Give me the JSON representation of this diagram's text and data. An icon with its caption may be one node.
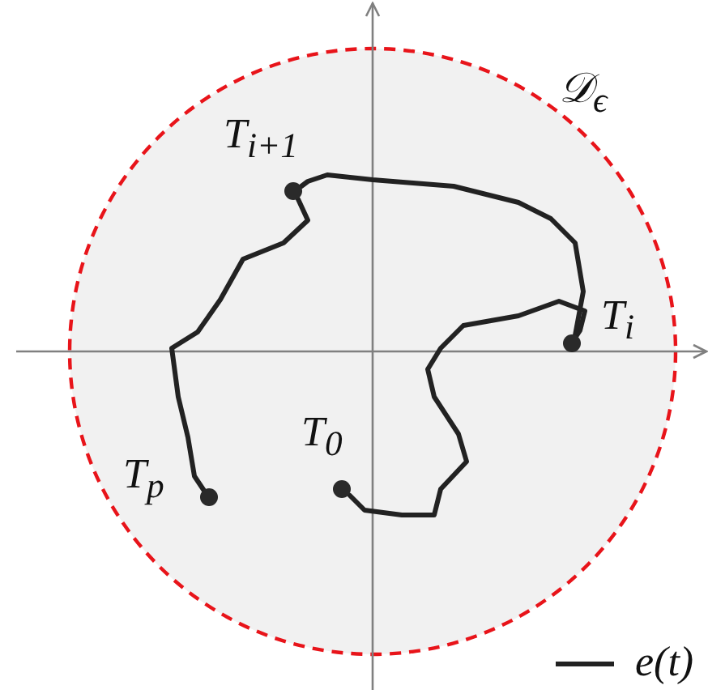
{
  "diagram": {
    "nodes": [
      {
        "text": [
          "𝒟$_{ϵ}$"
        ]
      },
      {
        "text": [
          "T$_{0}$"
        ],
        "in": 0
      },
      {
        "text": [
          "T$_{i}$"
        ],
        "in": 0
      },
      {
        "text": [
          "T$_{i+1}$"
        ],
        "in": 0
      },
      {
        "text": [
          "T$_{p}$"
        ],
        "in": 0
      }
    ],
    "edges": [
      {
        "from": 1,
        "to": 2,
        "arrow": "none"
      },
      {
        "from": 2,
        "to": 3,
        "arrow": "none"
      },
      {
        "from": 3,
        "to": 4,
        "arrow": "none"
      }
    ],
    "legend": [
      {
        "text": "e(t)"
      }
    ]
  }
}
